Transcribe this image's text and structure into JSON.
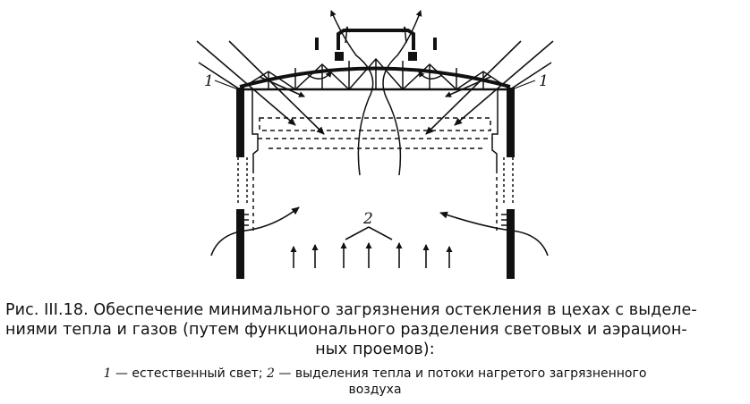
{
  "figure": {
    "labels": {
      "label_left": "1",
      "label_right": "1",
      "label_center": "2"
    }
  },
  "caption": {
    "prefix": "Рис. III.18.",
    "line1_rest": " Обеспечение минимального загрязнения остекления в цехах с выделе-",
    "line2": "ниями тепла и газов (путем функционального разделения световых и аэрацион-",
    "line3": "ных проемов):"
  },
  "legend": {
    "n1": "1",
    "t1": " — естественный свет; ",
    "n2": "2",
    "t2": " — выделения тепла и потоки нагретого загрязненного",
    "t3": "воздуха"
  }
}
